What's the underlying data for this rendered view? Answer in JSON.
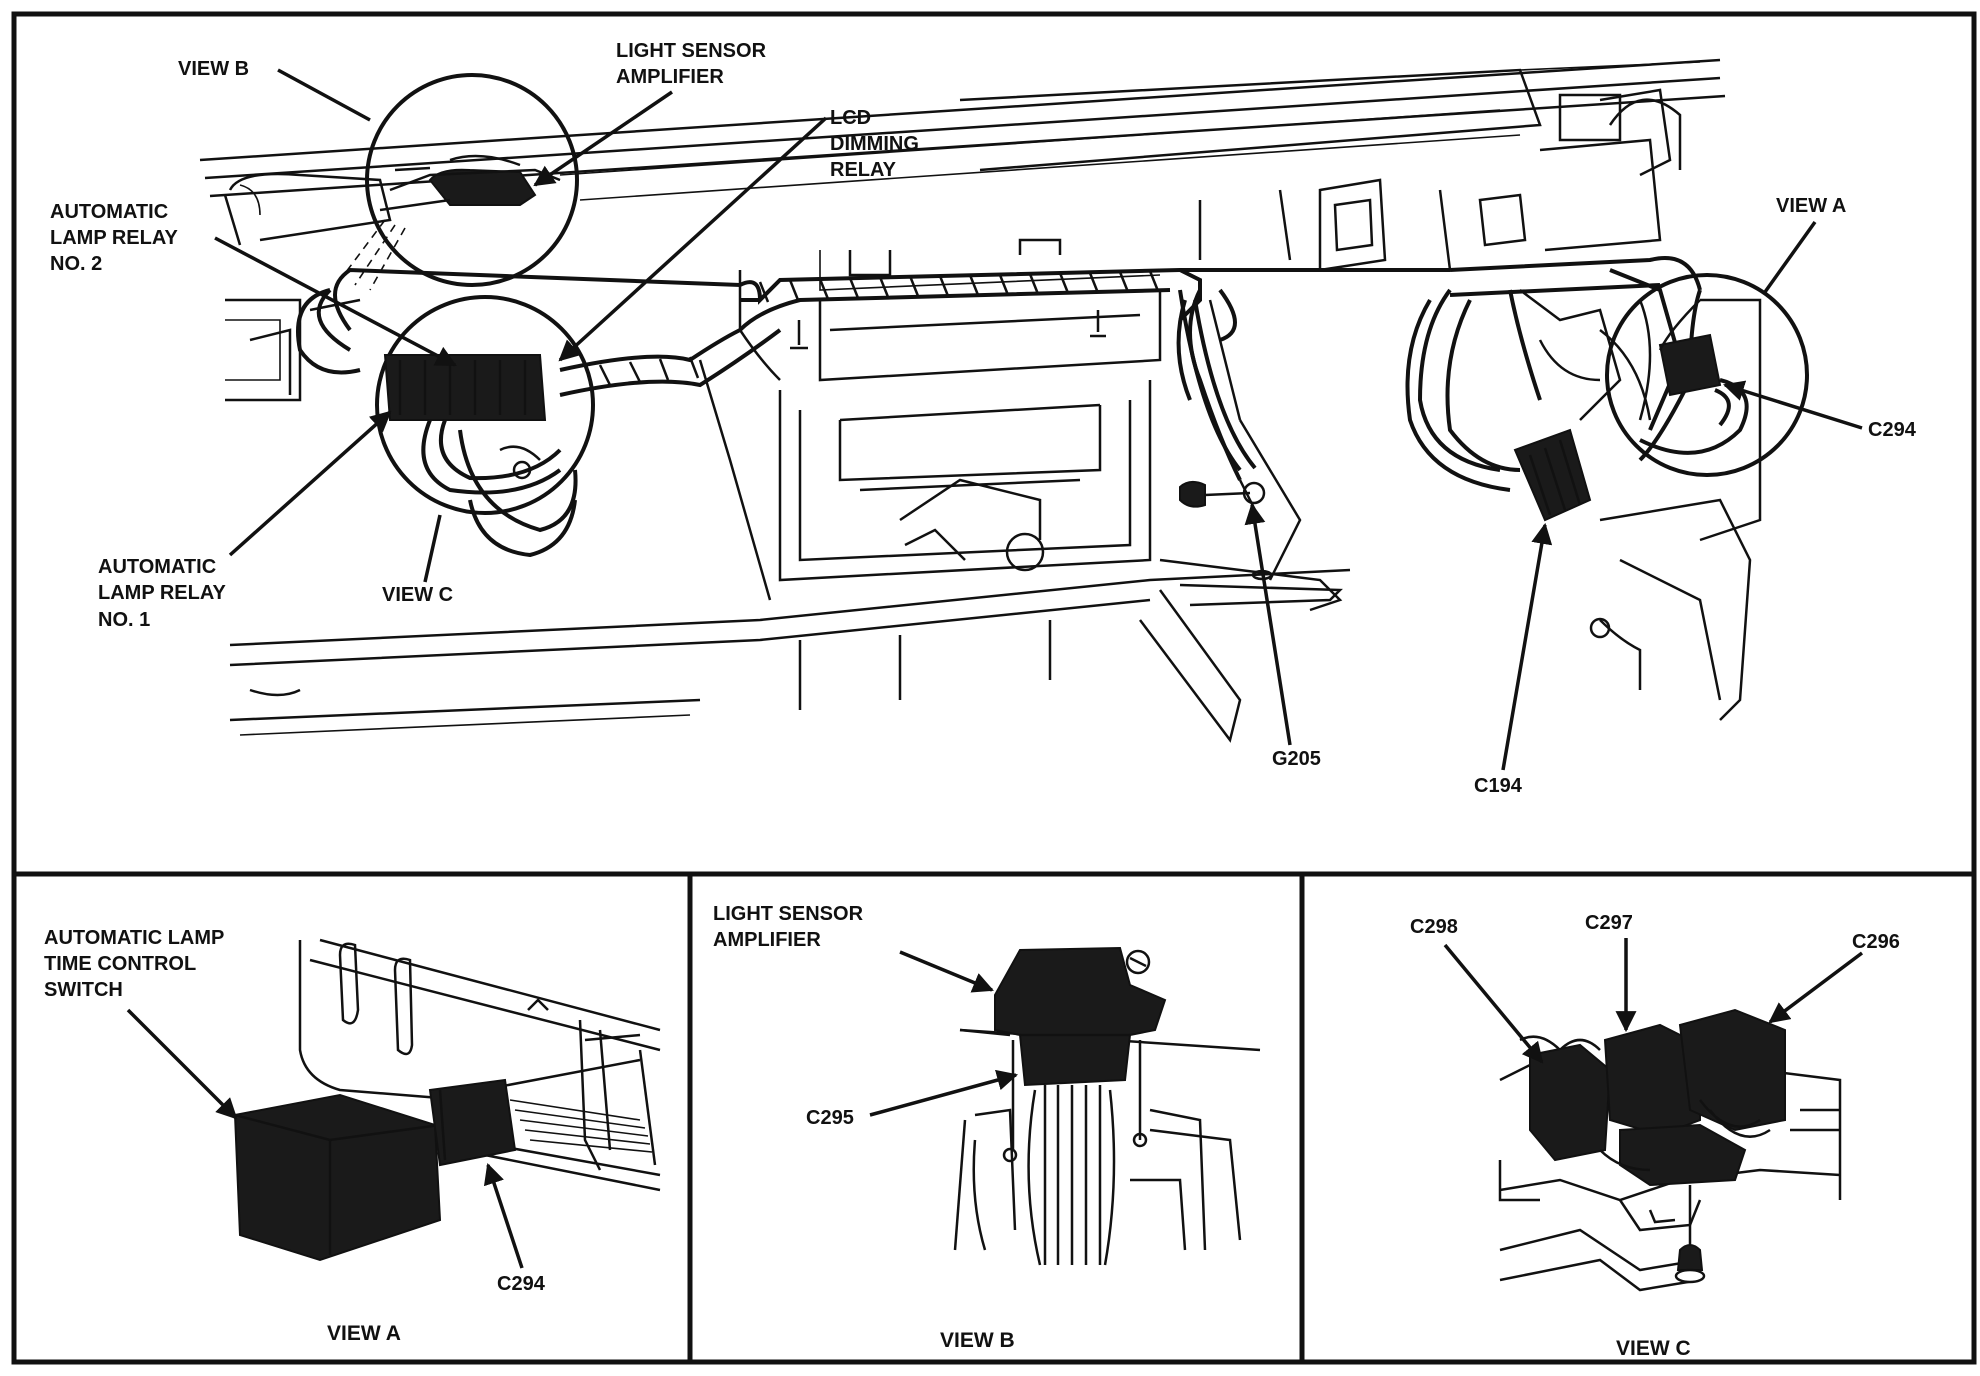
{
  "main_view": {
    "labels": {
      "view_b": "VIEW B",
      "light_sensor_amplifier": [
        "LIGHT SENSOR",
        "AMPLIFIER"
      ],
      "lcd_dimming_relay": [
        "LCD",
        "DIMMING",
        "RELAY"
      ],
      "automatic_lamp_relay_2": [
        "AUTOMATIC",
        "LAMP RELAY",
        "NO. 2"
      ],
      "view_a": "VIEW A",
      "c294": "C294",
      "automatic_lamp_relay_1": [
        "AUTOMATIC",
        "LAMP RELAY",
        "NO. 1"
      ],
      "view_c": "VIEW C",
      "g205": "G205",
      "c194": "C194"
    }
  },
  "panel_a": {
    "labels": {
      "time_control_switch": [
        "AUTOMATIC LAMP",
        "TIME CONTROL",
        "SWITCH"
      ],
      "c294": "C294"
    },
    "caption": "VIEW A"
  },
  "panel_b": {
    "labels": {
      "light_sensor_amplifier": [
        "LIGHT SENSOR",
        "AMPLIFIER"
      ],
      "c295": "C295"
    },
    "caption": "VIEW B"
  },
  "panel_c": {
    "labels": {
      "c298": "C298",
      "c297": "C297",
      "c296": "C296"
    },
    "caption": "VIEW C"
  }
}
